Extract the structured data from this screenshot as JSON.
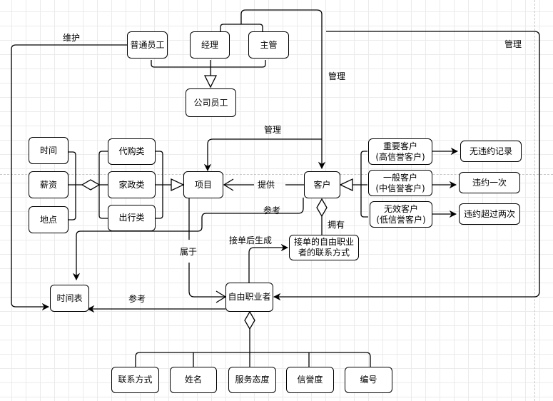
{
  "diagram": {
    "type": "UML class relationship diagram",
    "nodes": {
      "ordinary_staff": "普通员工",
      "manager": "经理",
      "supervisor": "主管",
      "company_staff": "公司员工",
      "time": "时间",
      "salary": "薪资",
      "location": "地点",
      "purchasing": "代购类",
      "housekeeping": "家政类",
      "travel": "出行类",
      "project": "项目",
      "customer": "客户",
      "vip_customer": "重要客户\n(高信誉客户)",
      "normal_customer": "一般客户\n(中信誉客户)",
      "invalid_customer": "无效客户\n(低信誉客户)",
      "no_violation": "无违约记录",
      "one_violation": "违约一次",
      "over_two_violations": "违约超过两次",
      "contact_record": "接单的自由职业\n者的联系方式",
      "schedule": "时间表",
      "freelancer": "自由职业者",
      "contact": "联系方式",
      "name": "姓名",
      "service_attitude": "服务态度",
      "credibility": "信誉度",
      "number": "编号"
    },
    "edge_labels": {
      "maintain": "维护",
      "manage_top": "管理",
      "manage_right": "管理",
      "manage_project": "管理",
      "provide": "提供",
      "reference_upper": "参考",
      "own": "拥有",
      "generated_after_order": "接单后生成",
      "belongs_to": "属于",
      "reference_lower": "参考"
    }
  }
}
